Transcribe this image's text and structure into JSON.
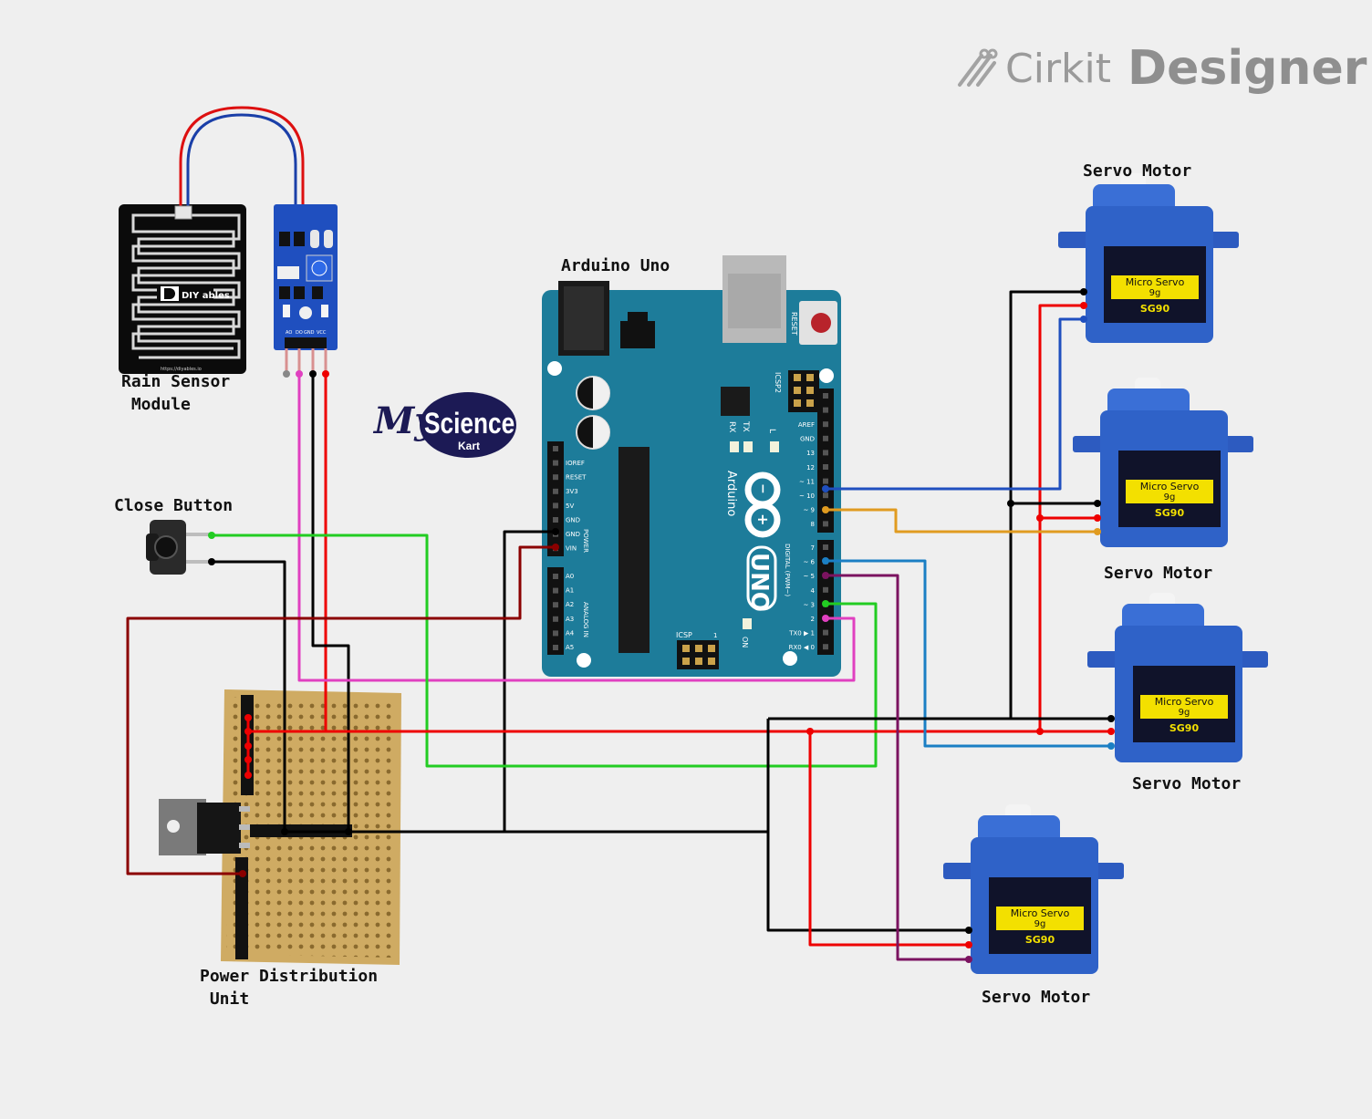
{
  "app": {
    "brand_prefix": "Cirkit",
    "brand_suffix": "Designer"
  },
  "components": {
    "rain_sensor": {
      "label": "Rain Sensor\n Module",
      "pcb_text": "DIY ables",
      "url_text": "https://diyables.io",
      "pins": [
        "AO",
        "DO",
        "GND",
        "VCC"
      ]
    },
    "arduino": {
      "label": "Arduino Uno",
      "reset_text": "RESET",
      "icsp2_text": "ICSP2",
      "icsp_text": "ICSP",
      "brand_text": "Arduino",
      "model_text": "UNO",
      "power_pins": [
        "IOREF",
        "RESET",
        "3V3",
        "5V",
        "GND",
        "GND",
        "VIN"
      ],
      "power_title": "POWER",
      "analog_pins": [
        "A0",
        "A1",
        "A2",
        "A3",
        "A4",
        "A5"
      ],
      "analog_title": "ANALOG IN",
      "digital_top": [
        "AREF",
        "GND",
        "13",
        "12",
        "~ 11",
        "~ 10",
        "~ 9",
        "8"
      ],
      "digital_bottom": [
        "7",
        "~ 6",
        "~ 5",
        "4",
        "~ 3",
        "2",
        "TX0 ▶ 1",
        "RX0 ◀ 0"
      ],
      "digital_title": "DIGITAL (PWM~)",
      "led_labels": [
        "RX",
        "TX",
        "L"
      ],
      "on_text": "ON"
    },
    "close_button": {
      "label": "Close Button"
    },
    "pdu": {
      "label": "Power Distribution\n Unit"
    },
    "logo": {
      "my": "My",
      "science": "Science",
      "kart": "Kart"
    },
    "servos": [
      {
        "label": "Servo Motor",
        "sticker_line1": "Micro Servo",
        "sticker_line2": "9g",
        "model": "SG90"
      },
      {
        "label": "Servo Motor",
        "sticker_line1": "Micro Servo",
        "sticker_line2": "9g",
        "model": "SG90"
      },
      {
        "label": "Servo Motor",
        "sticker_line1": "Micro Servo",
        "sticker_line2": "9g",
        "model": "SG90"
      },
      {
        "label": "Servo Motor",
        "sticker_line1": "Micro Servo",
        "sticker_line2": "9g",
        "model": "SG90"
      }
    ]
  },
  "colors": {
    "board": "#1d7c9a",
    "servo_body": "#2f62c8",
    "sticker": "#f3e000",
    "wire_red": "#ee0000",
    "wire_black": "#000000",
    "wire_darkred": "#8b0000",
    "wire_green": "#22cc22",
    "wire_pink": "#e040c0",
    "wire_blue": "#1f4fbf",
    "wire_orange": "#e09b20",
    "wire_lightblue": "#1b7fc4",
    "wire_purple": "#7b1360"
  }
}
